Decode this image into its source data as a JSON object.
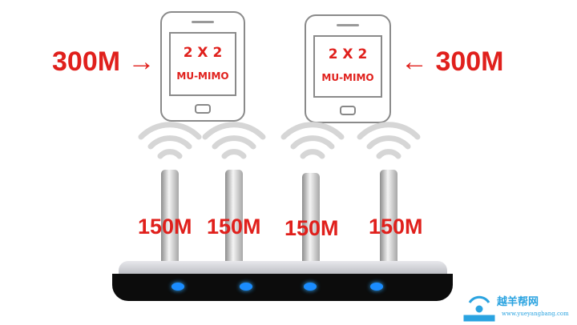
{
  "left_label": "300M",
  "right_label": "300M",
  "phones": [
    {
      "line1": "2 X 2",
      "line2": "MU-MIMO"
    },
    {
      "line1": "2 X 2",
      "line2": "MU-MIMO"
    }
  ],
  "antennas": [
    "150M",
    "150M",
    "150M",
    "150M"
  ],
  "watermark": {
    "name": "越羊帮网",
    "url": "www.yueyangbang.com"
  },
  "colors": {
    "label": "#e0201c",
    "led": "#1a8cff",
    "watermark": "#2aa3e0"
  }
}
